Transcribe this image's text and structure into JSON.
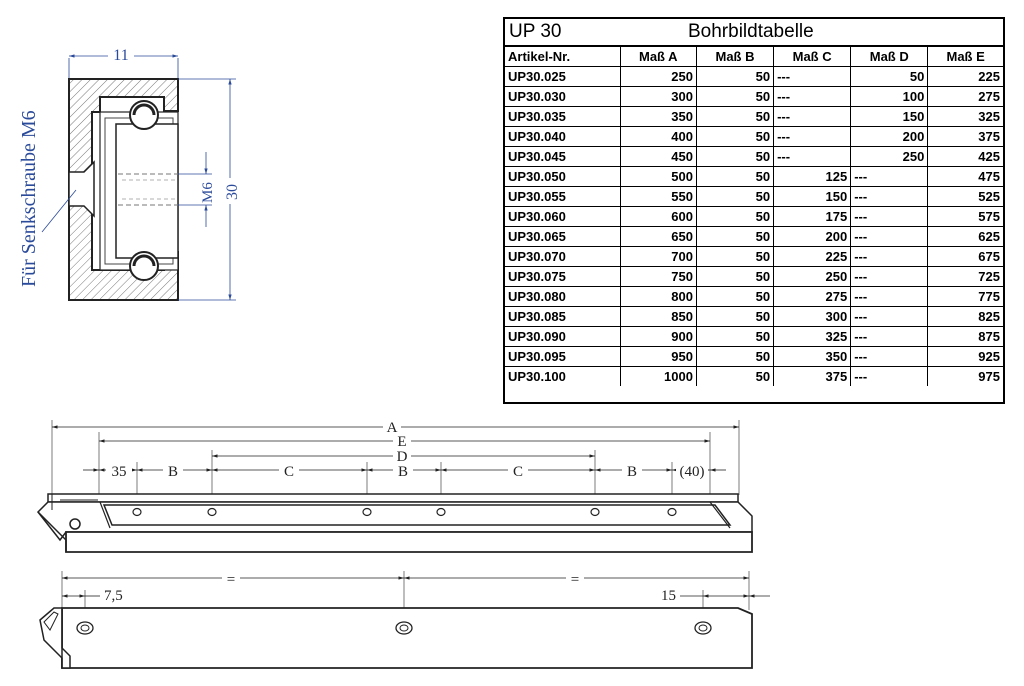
{
  "table": {
    "code": "UP 30",
    "title": "Bohrbildtabelle",
    "headers": [
      "Artikel-Nr.",
      "Maß A",
      "Maß B",
      "Maß C",
      "Maß D",
      "Maß E"
    ],
    "rows": [
      [
        "UP30.025",
        "250",
        "50",
        "---",
        "50",
        "225"
      ],
      [
        "UP30.030",
        "300",
        "50",
        "---",
        "100",
        "275"
      ],
      [
        "UP30.035",
        "350",
        "50",
        "---",
        "150",
        "325"
      ],
      [
        "UP30.040",
        "400",
        "50",
        "---",
        "200",
        "375"
      ],
      [
        "UP30.045",
        "450",
        "50",
        "---",
        "250",
        "425"
      ],
      [
        "UP30.050",
        "500",
        "50",
        "125",
        "---",
        "475"
      ],
      [
        "UP30.055",
        "550",
        "50",
        "150",
        "---",
        "525"
      ],
      [
        "UP30.060",
        "600",
        "50",
        "175",
        "---",
        "575"
      ],
      [
        "UP30.065",
        "650",
        "50",
        "200",
        "---",
        "625"
      ],
      [
        "UP30.070",
        "700",
        "50",
        "225",
        "---",
        "675"
      ],
      [
        "UP30.075",
        "750",
        "50",
        "250",
        "---",
        "725"
      ],
      [
        "UP30.080",
        "800",
        "50",
        "275",
        "---",
        "775"
      ],
      [
        "UP30.085",
        "850",
        "50",
        "300",
        "---",
        "825"
      ],
      [
        "UP30.090",
        "900",
        "50",
        "325",
        "---",
        "875"
      ],
      [
        "UP30.095",
        "950",
        "50",
        "350",
        "---",
        "925"
      ],
      [
        "UP30.100",
        "1000",
        "50",
        "375",
        "---",
        "975"
      ]
    ]
  },
  "section": {
    "width_label": "11",
    "height_label": "30",
    "thread_label": "M6",
    "screw_note": "Für Senkschraube M6"
  },
  "rail_top": {
    "A": "A",
    "E": "E",
    "D": "D",
    "seg_35": "35",
    "seg_B1": "B",
    "seg_C1": "C",
    "seg_B2": "B",
    "seg_C2": "C",
    "seg_B3": "B",
    "seg_40": "(40)"
  },
  "rail_bottom": {
    "eq1": "=",
    "eq2": "=",
    "left_offset": "7,5",
    "right_offset": "15"
  }
}
